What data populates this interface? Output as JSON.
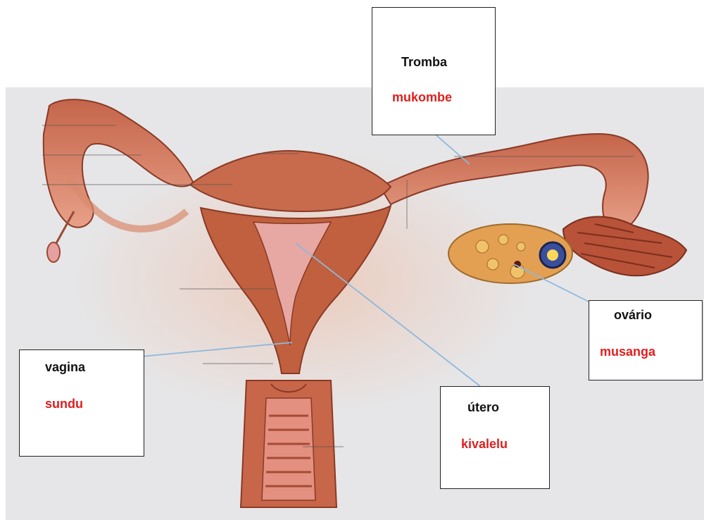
{
  "labels": {
    "tromba": {
      "term": "Tromba",
      "translation": "mukombe"
    },
    "ovario": {
      "term": "ovário",
      "translation": "musanga"
    },
    "vagina": {
      "term": "vagina",
      "translation": "sundu"
    },
    "utero": {
      "term": "útero",
      "translation": "kivalelu"
    }
  },
  "colors": {
    "translation_text": "#e01e1e",
    "leader_line": "#8fb8dc",
    "tissue": "#b8583a",
    "tissue_light": "#e9a98b",
    "background_panel": "#e6e6e8"
  }
}
